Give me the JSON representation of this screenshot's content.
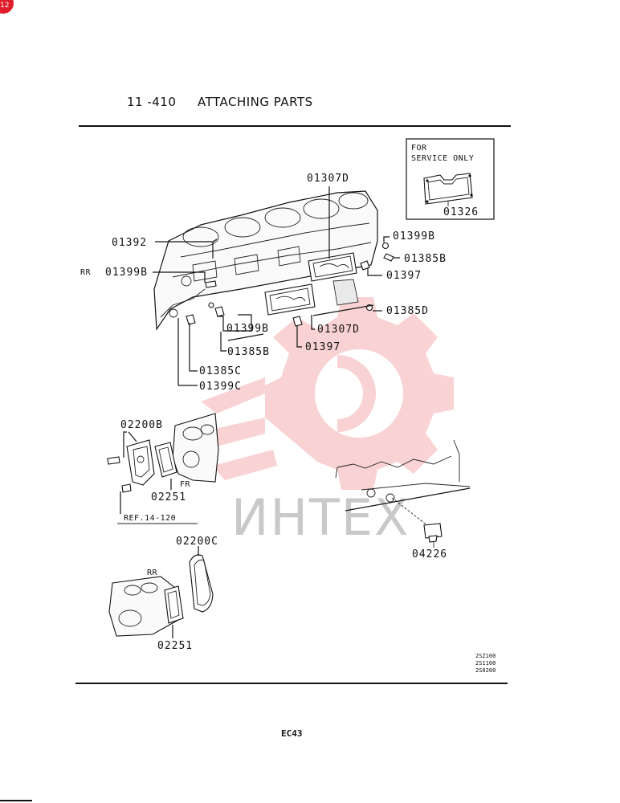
{
  "header": {
    "section_code": "11 -410",
    "section_title": "ATTACHING PARTS",
    "corner_badge": "12"
  },
  "inset": {
    "line1": "FOR",
    "line2": "SERVICE ONLY",
    "part": "01326"
  },
  "labels": {
    "p01307D_top": "01307D",
    "p01392": "01392",
    "p01399B_right": "01399B",
    "p01385B_right": "01385B",
    "rr_top": "RR",
    "p01399B_left": "01399B",
    "p01397_right": "01397",
    "p01385D": "01385D",
    "p01399B_mid": "01399B",
    "p01307D_mid": "01307D",
    "p01385B_mid": "01385B",
    "p01397_mid": "01397",
    "p01385C": "01385C",
    "p01399C": "01399C",
    "p02200B": "02200B",
    "fr": "FR",
    "p02251_top": "02251",
    "ref": "REF.14-120",
    "p04226": "04226",
    "p02200C": "02200C",
    "rr_bottom": "RR",
    "p02251_bottom": "02251"
  },
  "codes": [
    "2SZ100",
    "2S1100",
    "2S0200"
  ],
  "footer": {
    "page": "EC43"
  },
  "watermark": {
    "text": "ИНТЕХ",
    "color": "#e8373a"
  }
}
